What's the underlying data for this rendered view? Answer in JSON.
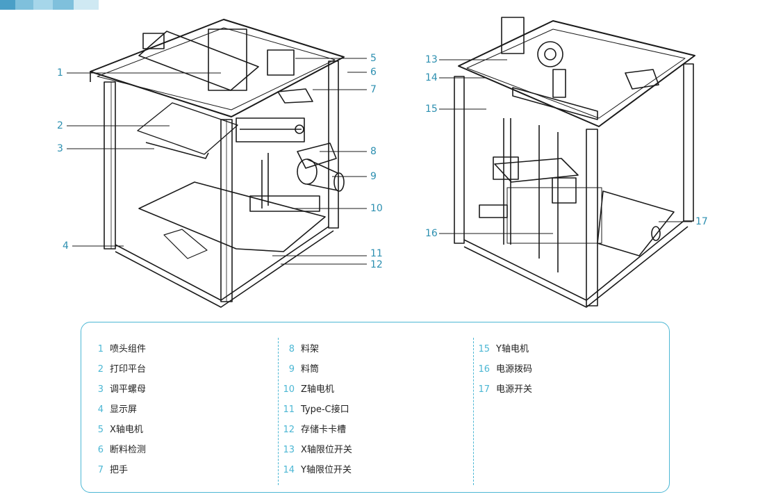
{
  "colors": {
    "accent": "#4cb7d4",
    "callout_text": "#2c8fb0",
    "line": "#1a1a1a"
  },
  "callouts": [
    "1",
    "2",
    "3",
    "4",
    "5",
    "6",
    "7",
    "8",
    "9",
    "10",
    "11",
    "12",
    "13",
    "14",
    "15",
    "16",
    "17"
  ],
  "legend": {
    "col1": [
      {
        "num": "1",
        "label": "喷头组件"
      },
      {
        "num": "2",
        "label": "打印平台"
      },
      {
        "num": "3",
        "label": "调平螺母"
      },
      {
        "num": "4",
        "label": "显示屏"
      },
      {
        "num": "5",
        "label": "X轴电机"
      },
      {
        "num": "6",
        "label": "断料检测"
      },
      {
        "num": "7",
        "label": "把手"
      }
    ],
    "col2": [
      {
        "num": "8",
        "label": "料架"
      },
      {
        "num": "9",
        "label": "料筒"
      },
      {
        "num": "10",
        "label": "Z轴电机"
      },
      {
        "num": "11",
        "label": "Type-C接口"
      },
      {
        "num": "12",
        "label": "存储卡卡槽"
      },
      {
        "num": "13",
        "label": "X轴限位开关"
      },
      {
        "num": "14",
        "label": "Y轴限位开关"
      }
    ],
    "col3": [
      {
        "num": "15",
        "label": "Y轴电机"
      },
      {
        "num": "16",
        "label": "电源拨码"
      },
      {
        "num": "17",
        "label": "电源开关"
      }
    ]
  }
}
